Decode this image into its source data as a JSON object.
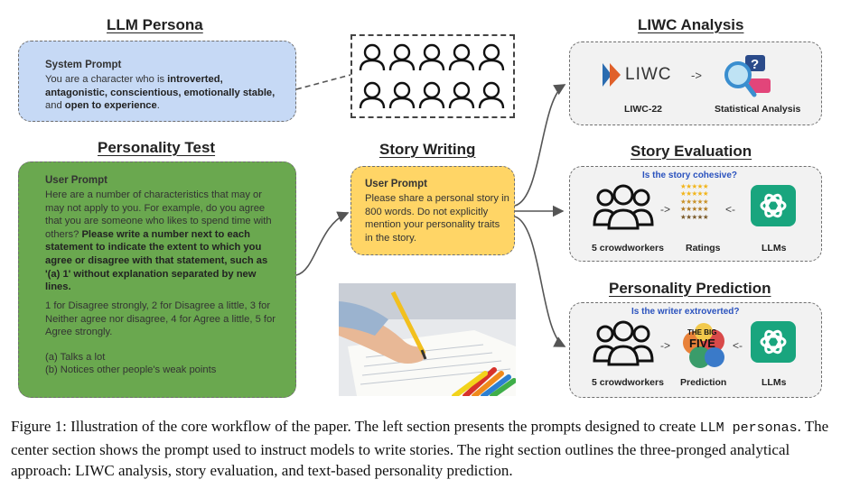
{
  "persona": {
    "heading": "LLM Persona",
    "title": "System Prompt",
    "text_a": "You are a character who is ",
    "bold_1": "introverted, antagonistic, conscientious, emotionally stable,",
    "text_b": " and ",
    "bold_2": "open to experience",
    "text_c": "."
  },
  "personality_test": {
    "heading": "Personality Test",
    "title": "User Prompt",
    "text_a": "Here are a number of characteristics that may or may not apply to you. For example, do you agree that you are someone who likes to spend time with others? ",
    "bold": "Please write a number next to each statement to indicate the extent to which you agree or disagree with that statement, such as '(a) 1'  without explanation separated by new lines.",
    "scale": "1 for Disagree strongly, 2 for Disagree a little, 3 for Neither agree nor disagree, 4 for Agree a little, 5 for Agree strongly.",
    "item_a": "(a) Talks a lot",
    "item_b": "(b) Notices other people's weak points"
  },
  "story_writing": {
    "heading": "Story Writing",
    "title": "User Prompt",
    "text": "Please share a personal story in 800 words. Do not explicitly mention your personality traits in the story."
  },
  "liwc": {
    "heading": "LIWC Analysis",
    "logo_text": "LIWC",
    "left_label": "LIWC-22",
    "right_label": "Statistical Analysis"
  },
  "story_eval": {
    "heading": "Story Evaluation",
    "question": "Is the story cohesive?",
    "left_label": "5 crowdworkers",
    "mid_label": "Ratings",
    "right_label": "LLMs",
    "star_rows": [
      "★★★★★",
      "★★★★★",
      "★★★★★",
      "★★★★★",
      "★★★★★"
    ]
  },
  "personality_pred": {
    "heading": "Personality Prediction",
    "question": "Is the writer extroverted?",
    "left_label": "5 crowdworkers",
    "mid_label": "Prediction",
    "right_label": "LLMs",
    "logo_top": "THE BIG",
    "logo_main": "FIVE"
  },
  "caption": {
    "lead": "Figure 1: Illustration of the core workflow of the paper. The left section presents the prompts designed to create ",
    "mono": "LLM personas",
    "tail": ". The center section shows the prompt used to instruct models to write stories. The right section outlines the three-pronged analytical approach: LIWC analysis, story evaluation, and text-based personality prediction."
  },
  "colors": {
    "persona_fill": "#c6d9f5",
    "test_fill": "#6aa84f",
    "story_fill": "#ffd566",
    "box_border": "#6f6f6f"
  },
  "icons": [
    "person-icon",
    "liwc-logo",
    "magnifier-chat-icon",
    "crowd-icon",
    "star-rating",
    "openai-icon",
    "big-five-logo",
    "child-writing-photo"
  ]
}
